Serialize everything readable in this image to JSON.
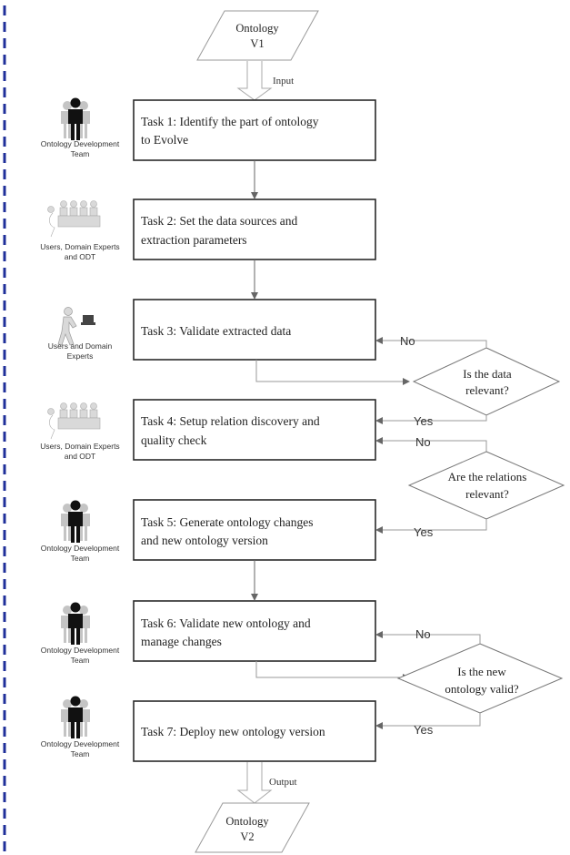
{
  "input_ontology": {
    "line1": "Ontology",
    "line2": "V1"
  },
  "output_ontology": {
    "line1": "Ontology",
    "line2": "V2"
  },
  "input_label": "Input",
  "output_label": "Output",
  "tasks": [
    {
      "lines": [
        "Task 1: Identify the part of ontology",
        "to Evolve"
      ]
    },
    {
      "lines": [
        "Task 2: Set the data sources and",
        "extraction parameters"
      ]
    },
    {
      "lines": [
        "Task 3: Validate extracted data"
      ]
    },
    {
      "lines": [
        "Task 4: Setup relation discovery and",
        "quality check"
      ]
    },
    {
      "lines": [
        "Task 5: Generate ontology changes",
        "and new ontology version"
      ]
    },
    {
      "lines": [
        "Task 6: Validate new ontology and",
        "manage changes"
      ]
    },
    {
      "lines": [
        "Task 7: Deploy new ontology version"
      ]
    }
  ],
  "roles": [
    {
      "icon": "development-team-icon",
      "lines": [
        "Ontology Development",
        "Team"
      ]
    },
    {
      "icon": "meeting-group-icon",
      "lines": [
        "Users, Domain Experts",
        "and ODT"
      ]
    },
    {
      "icon": "user-computer-icon",
      "lines": [
        "Users and Domain",
        "Experts"
      ]
    },
    {
      "icon": "meeting-group-icon",
      "lines": [
        "Users, Domain Experts",
        "and ODT"
      ]
    },
    {
      "icon": "development-team-icon",
      "lines": [
        "Ontology Development",
        "Team"
      ]
    },
    {
      "icon": "development-team-icon",
      "lines": [
        "Ontology Development",
        "Team"
      ]
    },
    {
      "icon": "development-team-icon",
      "lines": [
        "Ontology Development",
        "Team"
      ]
    }
  ],
  "decisions": [
    {
      "lines": [
        "Is the data",
        "relevant?"
      ],
      "no_label": "No",
      "yes_label": "Yes"
    },
    {
      "lines": [
        "Are the relations",
        "relevant?"
      ],
      "no_label": "No",
      "yes_label": "Yes"
    },
    {
      "lines": [
        "Is the new",
        "ontology valid?"
      ],
      "no_label": "No",
      "yes_label": "Yes"
    }
  ],
  "colors": {
    "border_dash": "#1f2f9a",
    "box_stroke": "#2a2a2a",
    "figure_dark": "#111111",
    "figure_light": "#bbbbbb"
  }
}
